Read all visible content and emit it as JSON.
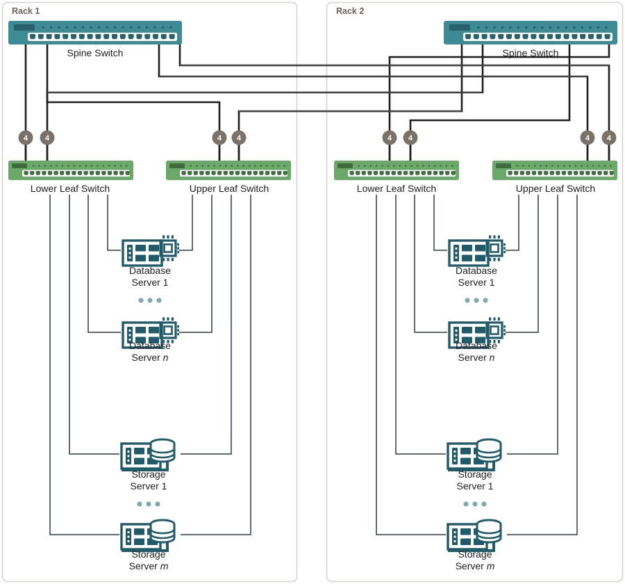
{
  "diagram": {
    "title": "Spine-Leaf Rack Topology",
    "colors": {
      "spine_switch": "#3d8b95",
      "spine_switch_dark": "#27616c",
      "leaf_switch": "#6aa96a",
      "leaf_switch_dark": "#3f6b3f",
      "server_icon": "#215a68",
      "cable": "#1d1d1b",
      "cable_light": "#6b6b6b",
      "badge": "#7a7168",
      "rack_border": "#d8d4d0",
      "rack_label": "#6b645c",
      "ellipsis_dot": "#7fa9b5",
      "background": "#ffffff"
    },
    "link_badge_value": "4",
    "ellipsis_label": "..."
  },
  "racks": [
    {
      "id": "rack-1",
      "label": "Rack 1",
      "spine": {
        "label": "Spine Switch",
        "type": "spine-switch",
        "ports": 18
      },
      "leaves": [
        {
          "id": "rack1-lower-leaf",
          "label": "Lower Leaf Switch",
          "type": "leaf-switch",
          "ports": 18,
          "uplink_badges": [
            "4",
            "4"
          ]
        },
        {
          "id": "rack1-upper-leaf",
          "label": "Upper Leaf Switch",
          "type": "leaf-switch",
          "ports": 18,
          "uplink_badges": [
            "4",
            "4"
          ]
        }
      ],
      "servers": [
        {
          "id": "rack1-db-1",
          "type": "database-server",
          "line1": "Database",
          "line2": "Server 1",
          "line2_italic": false
        },
        {
          "id": "rack1-db-n",
          "type": "database-server",
          "line1": "Database",
          "line2": "Server ",
          "line2_italic": true,
          "italic_part": "n"
        },
        {
          "id": "rack1-st-1",
          "type": "storage-server",
          "line1": "Storage",
          "line2": "Server 1",
          "line2_italic": false
        },
        {
          "id": "rack1-st-m",
          "type": "storage-server",
          "line1": "Storage",
          "line2": "Server ",
          "line2_italic": true,
          "italic_part": "m"
        }
      ]
    },
    {
      "id": "rack-2",
      "label": "Rack 2",
      "spine": {
        "label": "Spine Switch",
        "type": "spine-switch",
        "ports": 18
      },
      "leaves": [
        {
          "id": "rack2-lower-leaf",
          "label": "Lower Leaf  Switch",
          "type": "leaf-switch",
          "ports": 18,
          "uplink_badges": [
            "4",
            "4"
          ]
        },
        {
          "id": "rack2-upper-leaf",
          "label": "Upper Leaf Switch",
          "type": "leaf-switch",
          "ports": 18,
          "uplink_badges": [
            "4",
            "4"
          ]
        }
      ],
      "servers": [
        {
          "id": "rack2-db-1",
          "type": "database-server",
          "line1": "Database",
          "line2": "Server 1",
          "line2_italic": false
        },
        {
          "id": "rack2-db-n",
          "type": "database-server",
          "line1": "Database",
          "line2": "Server ",
          "line2_italic": true,
          "italic_part": "n"
        },
        {
          "id": "rack2-st-1",
          "type": "storage-server",
          "line1": "Storage",
          "line2": "Server 1",
          "line2_italic": false
        },
        {
          "id": "rack2-st-m",
          "type": "storage-server",
          "line1": "Storage",
          "line2": "Server ",
          "line2_italic": true,
          "italic_part": "m"
        }
      ]
    }
  ],
  "labels": {
    "rack1_title": "Rack 1",
    "rack2_title": "Rack 2",
    "r1_spine": "Spine Switch",
    "r2_spine": "Spine Switch",
    "r1_lower_leaf": "Lower Leaf Switch",
    "r1_upper_leaf": "Upper Leaf Switch",
    "r2_lower_leaf": "Lower Leaf  Switch",
    "r2_upper_leaf": "Upper Leaf Switch",
    "db1_l1": "Database",
    "db1_l2": "Server 1",
    "dbn_l1": "Database",
    "dbn_l2pre": "Server ",
    "dbn_l2it": "n",
    "st1_l1": "Storage",
    "st1_l2": "Server 1",
    "stm_l1": "Storage",
    "stm_l2pre": "Server ",
    "stm_l2it": "m",
    "badge4": "4"
  }
}
